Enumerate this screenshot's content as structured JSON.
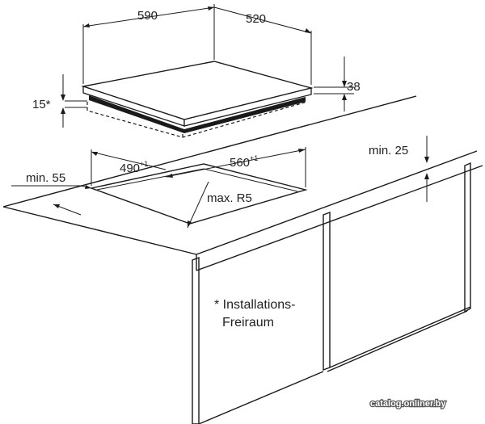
{
  "hob": {
    "width": "590",
    "depth": "520",
    "height": "38",
    "installation_height": "15*"
  },
  "cutout": {
    "width": "560",
    "width_tolerance": "+1",
    "depth": "490",
    "depth_tolerance": "+1",
    "min_front": "min. 55",
    "corner_radius": "max. R5"
  },
  "clearance": {
    "min_wall": "min. 25"
  },
  "footnote": {
    "line1": "* Installations-",
    "line2": "Freiraum"
  },
  "watermark": "catalog.onliner.by"
}
